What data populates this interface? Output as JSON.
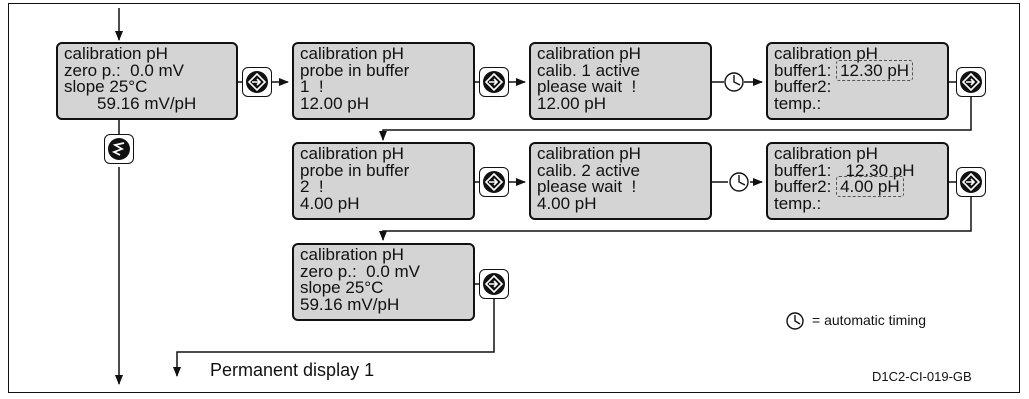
{
  "screens": {
    "s1": [
      "calibration pH",
      "zero p.:  0.0 mV",
      "slope 25°C",
      "       59.16 mV/pH"
    ],
    "s2": [
      "calibration pH",
      "probe in buffer",
      "1  !",
      "12.00 pH"
    ],
    "s3": [
      "calibration pH",
      "calib. 1 active",
      "please wait  !",
      "12.00 pH"
    ],
    "s4": [
      "calibration pH",
      "buffer1:",
      "12.30 pH",
      "buffer2:",
      "temp.:"
    ],
    "s5": [
      "calibration pH",
      "probe in buffer",
      "2  !",
      "4.00 pH"
    ],
    "s6": [
      "calibration pH",
      "calib. 2 active",
      "please wait  !",
      "4.00 pH"
    ],
    "s7": [
      "calibration pH",
      "buffer1:   12.30 pH",
      "buffer2:",
      "4.00 pH",
      "temp.:"
    ],
    "s8": [
      "calibration pH",
      "zero p.:  0.0 mV",
      "slope 25°C",
      "59.16 mV/pH"
    ]
  },
  "legend": {
    "icon": "clock-icon",
    "text": "= automatic timing"
  },
  "exit_label": "Permanent display 1",
  "figure_id": "D1C2-CI-019-GB"
}
